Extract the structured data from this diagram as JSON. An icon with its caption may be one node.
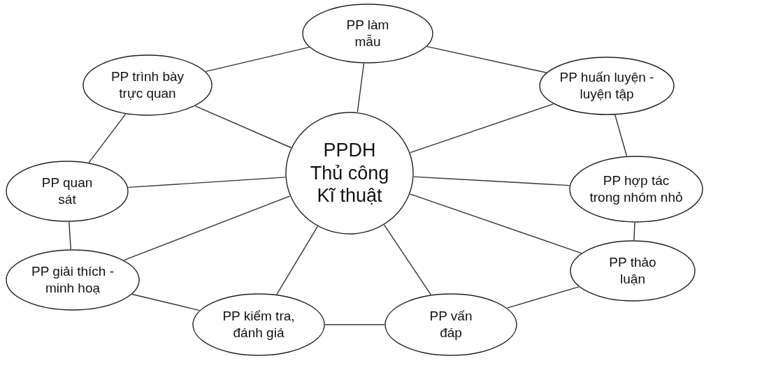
{
  "diagram": {
    "nodes": [
      {
        "text": [
          "PPDH",
          "Thủ công",
          "Kĩ thuật"
        ]
      },
      {
        "text": [
          "PP làm mẫu"
        ]
      },
      {
        "text": [
          "PP trình bày trực quan"
        ]
      },
      {
        "text": [
          "PP huấn luyện - luyện tập"
        ]
      },
      {
        "text": [
          "PP quan sát"
        ]
      },
      {
        "text": [
          "PP hợp tác trong nhóm nhỏ"
        ]
      },
      {
        "text": [
          "PP giải thích - minh hoạ"
        ]
      },
      {
        "text": [
          "PP thảo luận"
        ]
      },
      {
        "text": [
          "PP kiểm tra, đánh giá"
        ]
      },
      {
        "text": [
          "PP vấn đáp"
        ]
      }
    ],
    "edges": [
      {
        "from": 2,
        "to": 1,
        "arrow": "none"
      },
      {
        "from": 1,
        "to": 3,
        "arrow": "none"
      },
      {
        "from": 1,
        "to": 0,
        "arrow": "none"
      },
      {
        "from": 2,
        "to": 0,
        "arrow": "none"
      },
      {
        "from": 2,
        "to": 4,
        "arrow": "none"
      },
      {
        "from": 3,
        "to": 0,
        "arrow": "none"
      },
      {
        "from": 3,
        "to": 5,
        "arrow": "none"
      },
      {
        "from": 4,
        "to": 0,
        "arrow": "none"
      },
      {
        "from": 5,
        "to": 0,
        "arrow": "none"
      },
      {
        "from": 5,
        "to": 7,
        "arrow": "none"
      },
      {
        "from": 4,
        "to": 6,
        "arrow": "none"
      },
      {
        "from": 6,
        "to": 0,
        "arrow": "none"
      },
      {
        "from": 7,
        "to": 0,
        "arrow": "none"
      },
      {
        "from": 8,
        "to": 0,
        "arrow": "none"
      },
      {
        "from": 9,
        "to": 0,
        "arrow": "none"
      },
      {
        "from": 6,
        "to": 8,
        "arrow": "none"
      },
      {
        "from": 8,
        "to": 9,
        "arrow": "none"
      },
      {
        "from": 9,
        "to": 7,
        "arrow": "none"
      }
    ]
  }
}
